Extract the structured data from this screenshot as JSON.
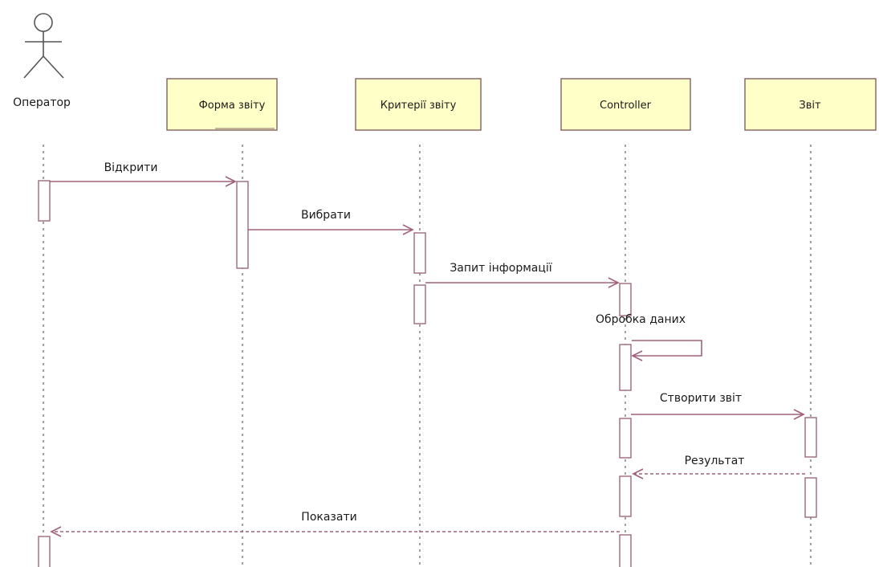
{
  "colors": {
    "object_fill": "#ffffc8",
    "object_stroke": "#8a6a6a",
    "lifeline": "#7a7a7a",
    "message": "#a0607a",
    "activation_stroke": "#9a6a7a",
    "actor": "#555555",
    "text": "#1a1a1a"
  },
  "actor": {
    "name": "Оператор",
    "icon": "actor-stick-figure-icon"
  },
  "objects": [
    {
      "id": "form",
      "name": "Форма звіту"
    },
    {
      "id": "criteria",
      "name": "Критерії звіту"
    },
    {
      "id": "controller",
      "name": "Controller"
    },
    {
      "id": "report",
      "name": "Звіт"
    }
  ],
  "messages": [
    {
      "from": "actor",
      "to": "form",
      "label": "Відкрити",
      "kind": "sync"
    },
    {
      "from": "form",
      "to": "criteria",
      "label": "Вибрати",
      "kind": "sync"
    },
    {
      "from": "criteria",
      "to": "controller",
      "label": "Запит інформації",
      "kind": "sync"
    },
    {
      "from": "controller",
      "to": "controller",
      "label": "Обробка даних",
      "kind": "self"
    },
    {
      "from": "controller",
      "to": "report",
      "label": "Створити звіт",
      "kind": "sync"
    },
    {
      "from": "report",
      "to": "controller",
      "label": "Результат",
      "kind": "return"
    },
    {
      "from": "controller",
      "to": "actor",
      "label": "Показати",
      "kind": "return"
    }
  ]
}
